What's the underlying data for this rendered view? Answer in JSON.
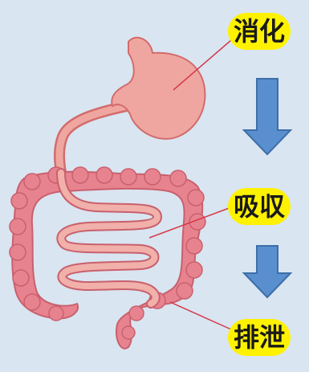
{
  "colors": {
    "background": "#d9e5f1",
    "organ_fill": "#f0a6a0",
    "organ_stroke": "#d26c6c",
    "colon_fill": "#e7838f",
    "intestine_fill": "#f1b0a9",
    "pointer_line": "#d43a4a",
    "arrow_fill": "#5a8fcf",
    "arrow_stroke": "#3d6ea8",
    "label_bg": "#fff200"
  },
  "labels": {
    "digestion": "消化",
    "absorption": "吸収",
    "excretion": "排泄"
  },
  "icons": {
    "arrow_top": "arrow-down-icon",
    "arrow_bottom": "arrow-down-icon"
  }
}
